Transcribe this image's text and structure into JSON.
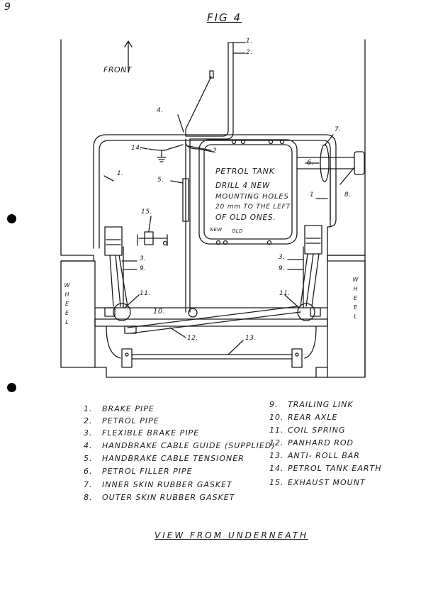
{
  "page_number": "9",
  "figure_title": "FIG 4",
  "front_label": "FRONT",
  "callouts": {
    "c1_top": "1.",
    "c2_top": "2.",
    "c4": "4.",
    "c14": "14.",
    "c2_mid": "2",
    "c1_left": "1.",
    "c5": "5.",
    "c6": "6.",
    "c7": "7.",
    "c1_right": "1",
    "c8": "8.",
    "c15": "15.",
    "c3_left": "3.",
    "c9_left": "9.",
    "c3_right": "3.",
    "c9_right": "9.",
    "c11_left": "11.",
    "c11_right": "11.",
    "c10": "10.",
    "c12": "12.",
    "c13": "13."
  },
  "petrol_tank": {
    "title": "PETROL TANK",
    "line1": "DRILL 4 NEW",
    "line2": "MOUNTING HOLES",
    "line3": "20 mm TO THE LEFT",
    "line4": "OF OLD ONES.",
    "new_label": "NEW",
    "old_label": "OLD"
  },
  "wheel_label": [
    "W",
    "H",
    "E",
    "E",
    "L"
  ],
  "legend": {
    "left": [
      {
        "num": "1.",
        "text": "BRAKE PIPE"
      },
      {
        "num": "2.",
        "text": "PETROL PIPE"
      },
      {
        "num": "3.",
        "text": "FLEXIBLE BRAKE PIPE"
      },
      {
        "num": "4.",
        "text": "HANDBRAKE CABLE GUIDE (SUPPLIED)"
      },
      {
        "num": "5.",
        "text": "HANDBRAKE CABLE TENSIONER"
      },
      {
        "num": "6.",
        "text": "PETROL FILLER PIPE"
      },
      {
        "num": "7.",
        "text": "INNER SKIN RUBBER GASKET"
      },
      {
        "num": "8.",
        "text": "OUTER SKIN RUBBER GASKET"
      }
    ],
    "right": [
      {
        "num": "9.",
        "text": "TRAILING LINK"
      },
      {
        "num": "10.",
        "text": "REAR AXLE"
      },
      {
        "num": "11.",
        "text": "COIL SPRING"
      },
      {
        "num": "12.",
        "text": "PANHARD ROD"
      },
      {
        "num": "13.",
        "text": "ANTI- ROLL BAR"
      },
      {
        "num": "14.",
        "text": "PETROL TANK EARTH"
      },
      {
        "num": "15.",
        "text": "EXHAUST MOUNT"
      }
    ]
  },
  "view_caption": "VIEW FROM UNDERNEATH"
}
